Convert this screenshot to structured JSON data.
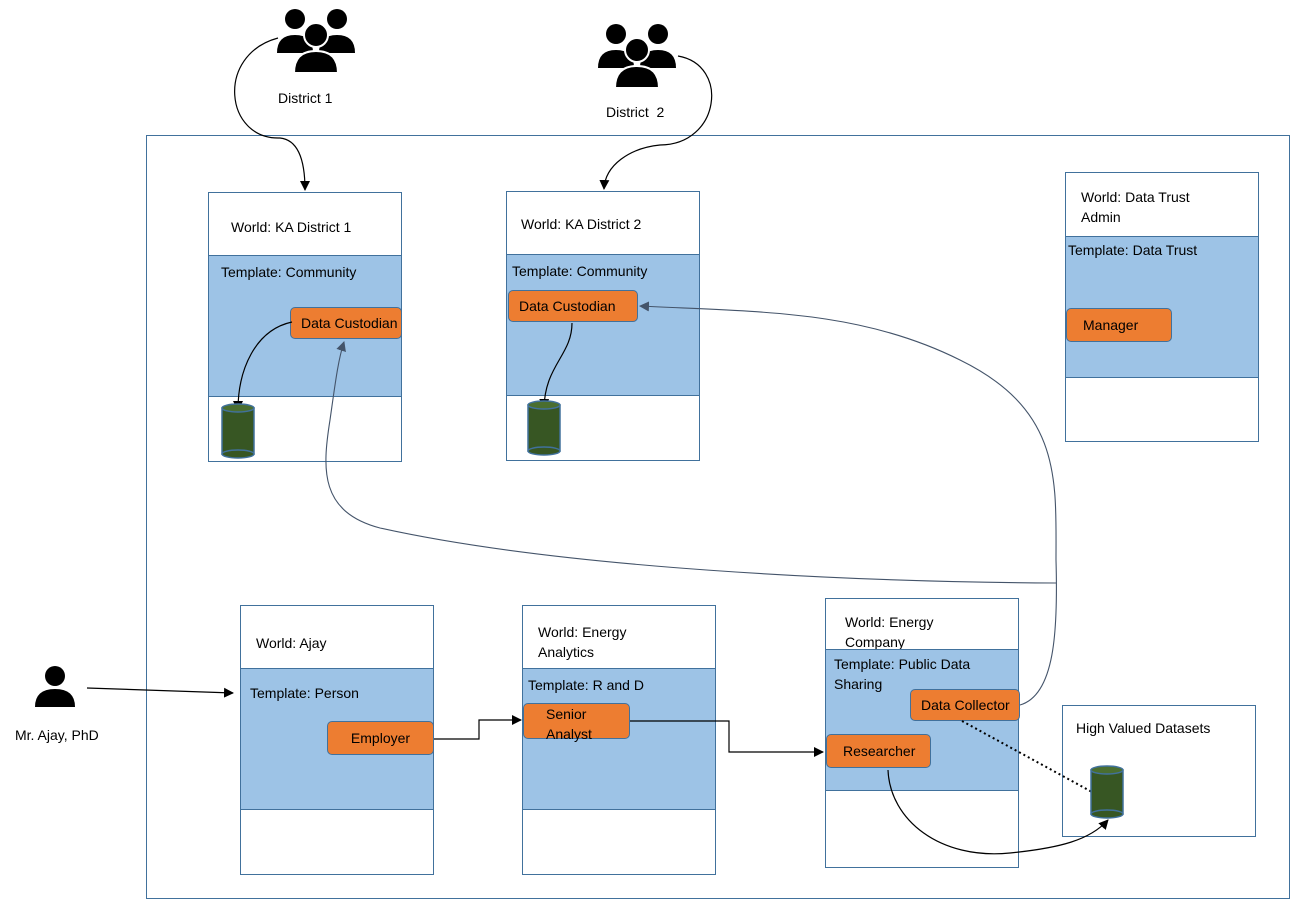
{
  "actors": {
    "district1": {
      "label": "District 1",
      "icon": "group-icon"
    },
    "district2": {
      "label": "District  2",
      "icon": "group-icon"
    },
    "ajay": {
      "label": "Mr. Ajay, PhD",
      "icon": "person-icon"
    }
  },
  "worlds": {
    "ka1": {
      "title": "World: KA District 1",
      "template": "Template: Community",
      "role": "Data Custodian"
    },
    "ka2": {
      "title": "World: KA District 2",
      "template": "Template: Community",
      "role": "Data Custodian"
    },
    "trust": {
      "title": "World: Data Trust\nAdmin",
      "template": "Template: Data Trust",
      "role": "Manager"
    },
    "ajay": {
      "title": "World: Ajay",
      "template": "Template: Person",
      "role": "Employer"
    },
    "energy_analytics": {
      "title": "World: Energy\nAnalytics",
      "template": "Template: R and D",
      "role": "Senior\nAnalyst"
    },
    "energy_company": {
      "title": "World: Energy\nCompany",
      "template": "Template: Public Data\nSharing",
      "roles": [
        "Data Collector",
        "Researcher"
      ]
    },
    "hvd": {
      "title": "High Valued Datasets"
    }
  },
  "colors": {
    "border": "#41719c",
    "template_fill": "#9dc3e6",
    "role_fill": "#ed7d31",
    "database_fill": "#375623",
    "line": "#000000",
    "connector": "#44546a"
  }
}
